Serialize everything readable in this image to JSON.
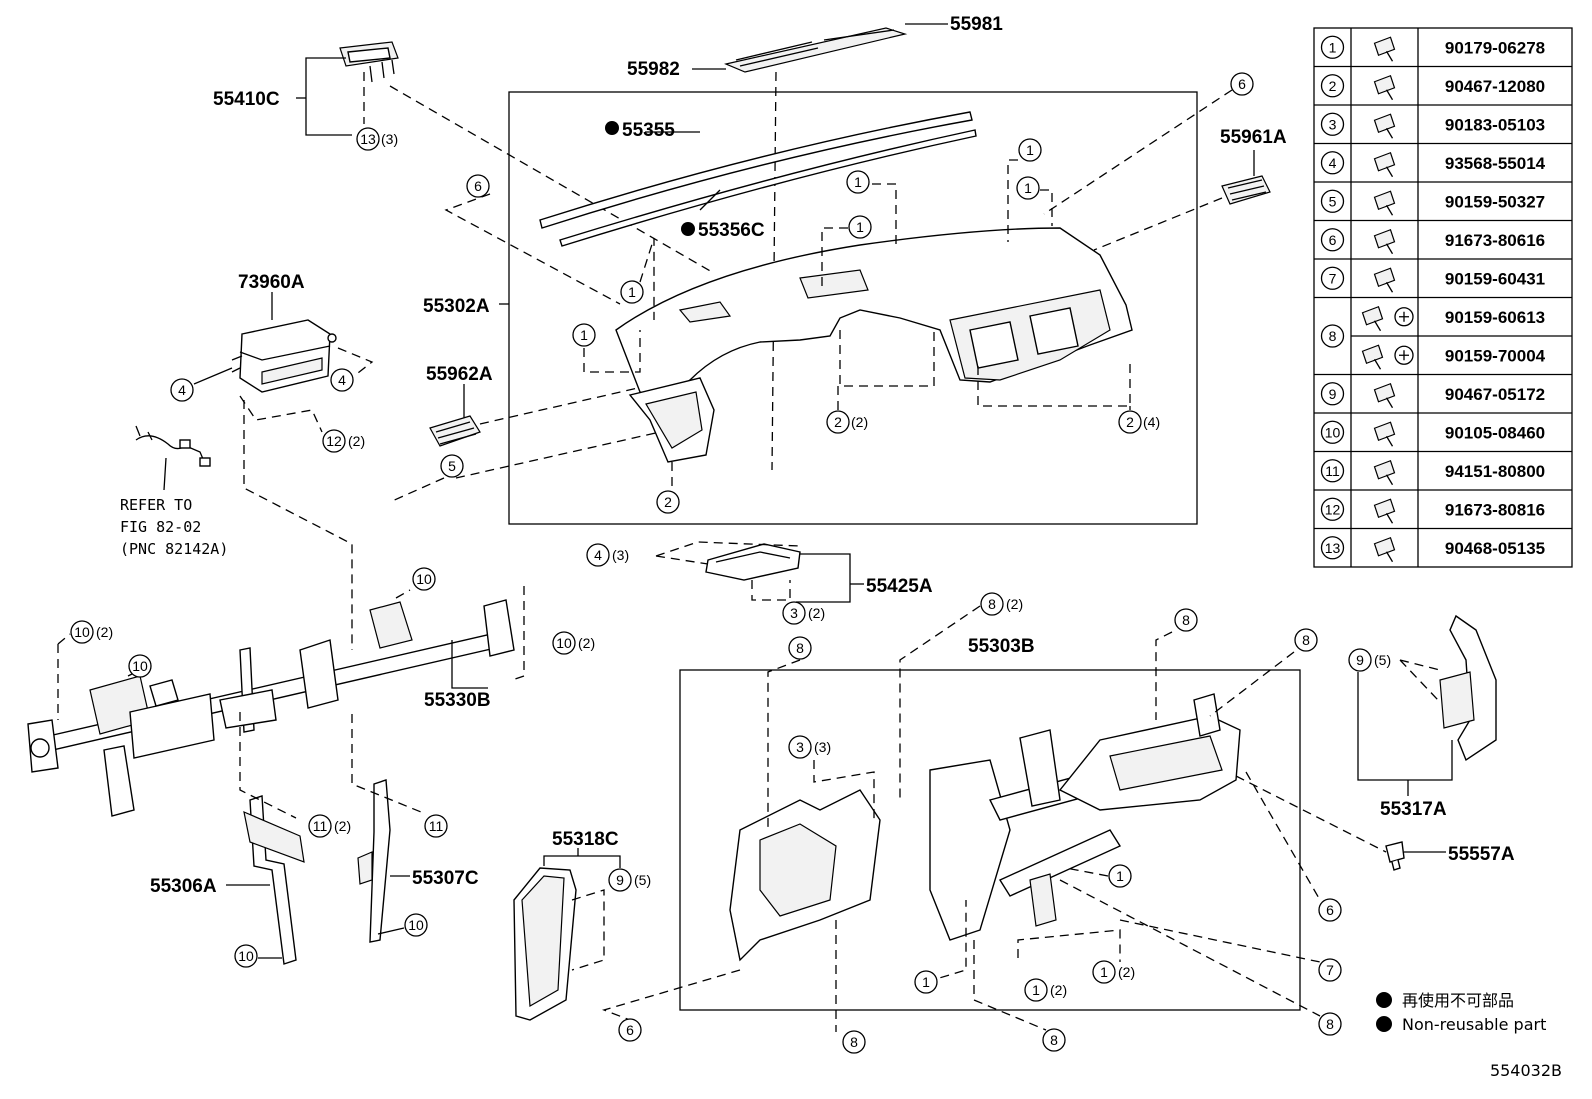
{
  "figure_number": "554032B",
  "parts": {
    "p55981": "55981",
    "p55982": "55982",
    "p55410C": "55410C",
    "p55355": "55355",
    "p55356C": "55356C",
    "p55961A": "55961A",
    "p73960A": "73960A",
    "p55302A": "55302A",
    "p55962A": "55962A",
    "p55425A": "55425A",
    "p55330B": "55330B",
    "p55303B": "55303B",
    "p55318C": "55318C",
    "p55306A": "55306A",
    "p55307C": "55307C",
    "p55317A": "55317A",
    "p55557A": "55557A"
  },
  "refer": {
    "line1": "REFER TO",
    "line2": "FIG 82-02",
    "line3": "(PNC 82142A)"
  },
  "callouts": {
    "c1": "1",
    "c2": "2",
    "c3": "3",
    "c4": "4",
    "c5": "5",
    "c6": "6",
    "c7": "7",
    "c8": "8",
    "c9": "9",
    "c10": "10",
    "c11": "11",
    "c12": "12",
    "c13": "13"
  },
  "quantities": {
    "q2": "(2)",
    "q3": "(3)",
    "q4": "(4)",
    "q5": "(5)"
  },
  "fastener_table": [
    {
      "no": "1",
      "pn": "90179-06278"
    },
    {
      "no": "2",
      "pn": "90467-12080"
    },
    {
      "no": "3",
      "pn": "90183-05103"
    },
    {
      "no": "4",
      "pn": "93568-55014"
    },
    {
      "no": "5",
      "pn": "90159-50327"
    },
    {
      "no": "6",
      "pn": "91673-80616"
    },
    {
      "no": "7",
      "pn": "90159-60431"
    },
    {
      "no": "8",
      "pn": "90159-60613"
    },
    {
      "no": "8",
      "pn": "90159-70004"
    },
    {
      "no": "9",
      "pn": "90467-05172"
    },
    {
      "no": "10",
      "pn": "90105-08460"
    },
    {
      "no": "11",
      "pn": "94151-80800"
    },
    {
      "no": "12",
      "pn": "91673-80816"
    },
    {
      "no": "13",
      "pn": "90468-05135"
    }
  ],
  "legend": {
    "japanese": "再使用不可部品",
    "english": "Non-reusable part"
  }
}
